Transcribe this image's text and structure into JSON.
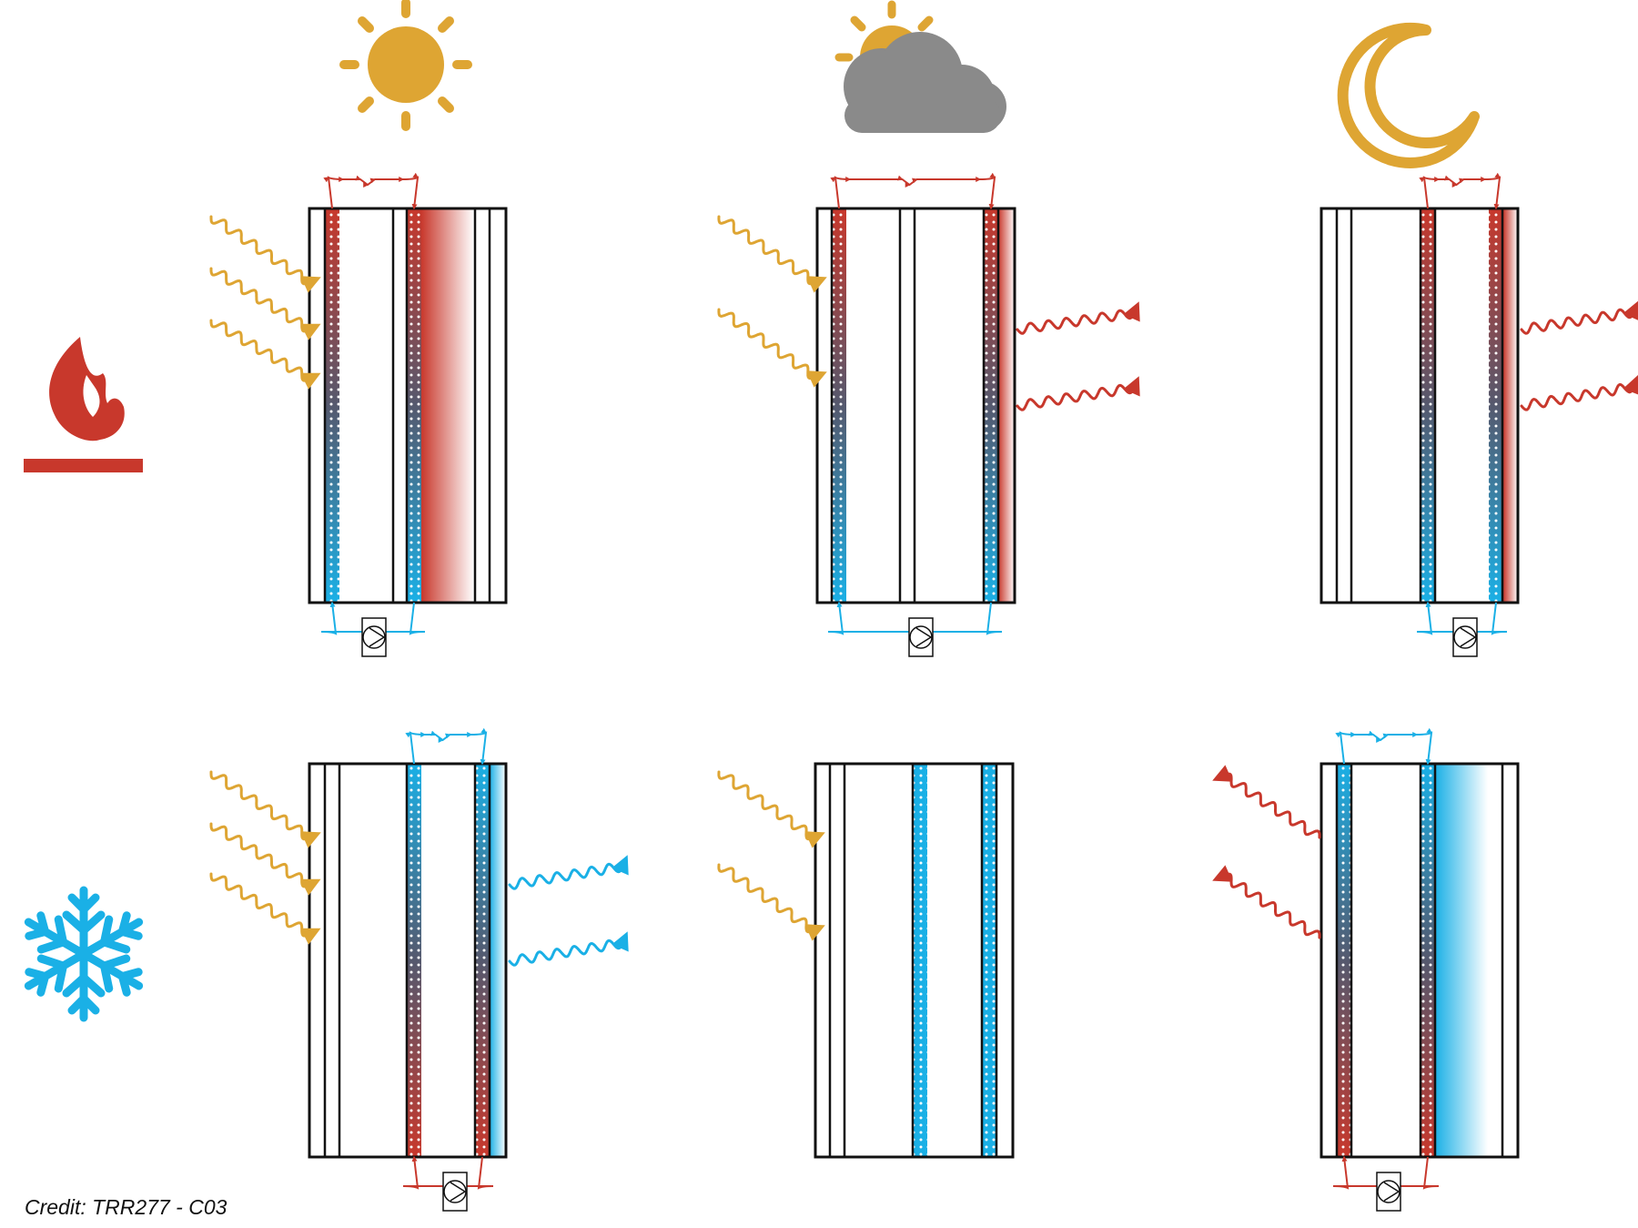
{
  "credit": "Credit: TRR277 - C03",
  "colors": {
    "hot": "#c8382c",
    "cold": "#1ab0e6",
    "solar": "#dea533",
    "cloud": "#8a8a8a",
    "outline": "#111111",
    "dot": "#ffffff"
  },
  "conditions": [
    {
      "id": "sunny",
      "icon": "sun-icon"
    },
    {
      "id": "cloudy",
      "icon": "sun-behind-cloud-icon"
    },
    {
      "id": "night",
      "icon": "crescent-moon-icon"
    }
  ],
  "modes": [
    {
      "id": "heating",
      "icon": "flame-icon"
    },
    {
      "id": "cooling",
      "icon": "snowflake-icon"
    }
  ]
}
